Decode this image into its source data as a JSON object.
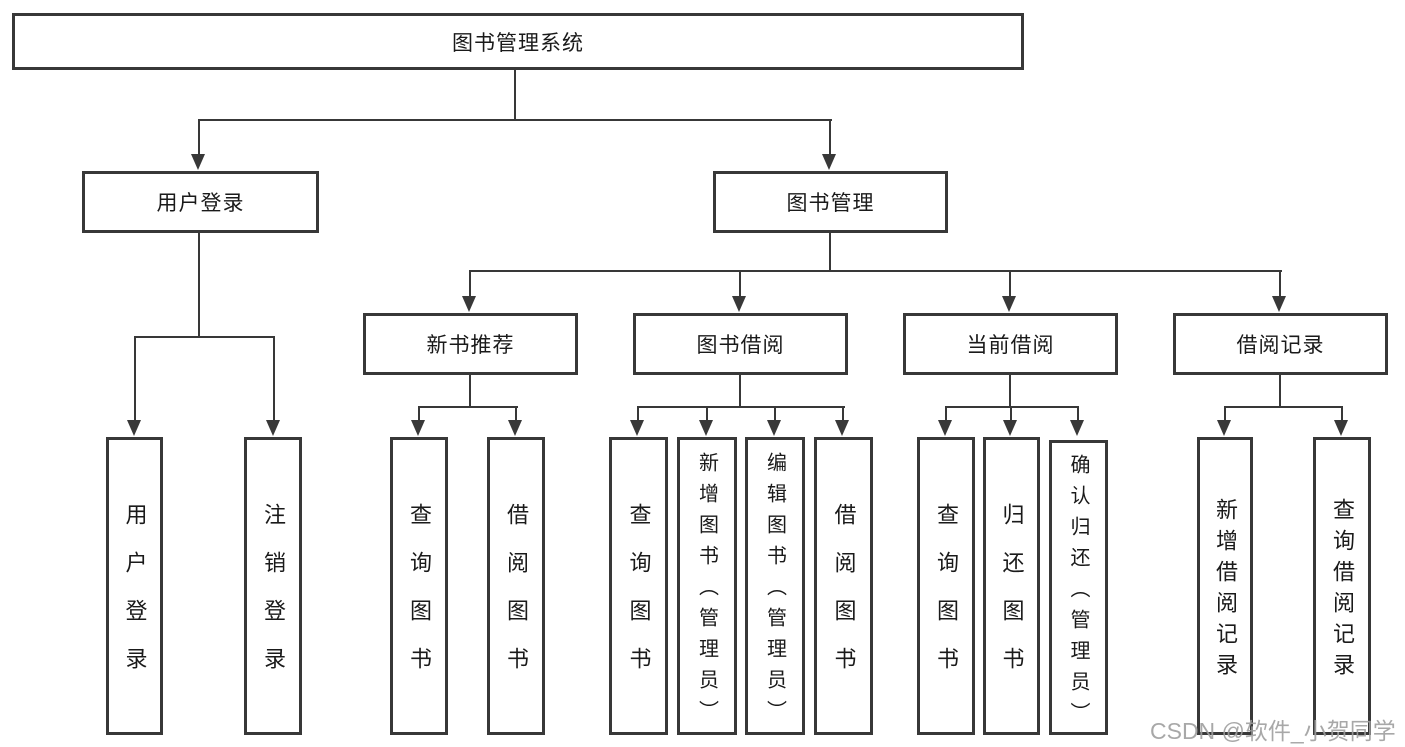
{
  "root": {
    "label": "图书管理系统"
  },
  "branches": [
    {
      "label": "用户登录",
      "children": [
        "用户登录",
        "注销登录"
      ]
    },
    {
      "label": "图书管理",
      "groups": [
        {
          "label": "新书推荐",
          "children": [
            "查询图书",
            "借阅图书"
          ]
        },
        {
          "label": "图书借阅",
          "children": [
            "查询图书",
            "新增图书（管理员）",
            "编辑图书（管理员）",
            "借阅图书"
          ]
        },
        {
          "label": "当前借阅",
          "children": [
            "查询图书",
            "归还图书",
            "确认归还（管理员）"
          ]
        },
        {
          "label": "借阅记录",
          "children": [
            "新增借阅记录",
            "查询借阅记录"
          ]
        }
      ]
    }
  ],
  "watermark": "CSDN @软件_小贺同学",
  "colors": {
    "line": "#383838",
    "box_border": "#383838",
    "text": "#1a1a1a",
    "watermark": "#9e9e9e",
    "background": "#ffffff"
  }
}
